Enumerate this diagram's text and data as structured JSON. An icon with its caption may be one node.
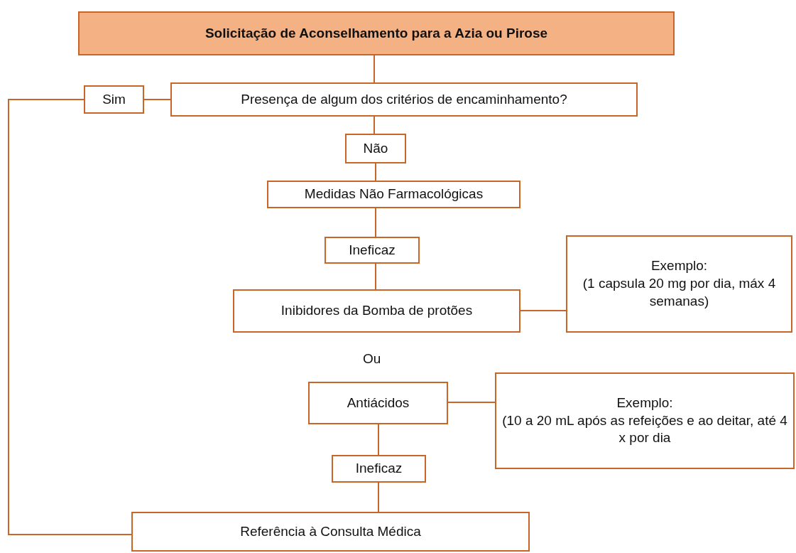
{
  "diagram": {
    "nodes": [
      {
        "text": [
          "Solicitação de Aconselhamento para a Azia ou Pirose"
        ]
      },
      {
        "text": [
          "Presença de algum dos critérios de encaminhamento?"
        ]
      },
      {
        "text": [
          "Sim"
        ]
      },
      {
        "text": [
          "Não"
        ]
      },
      {
        "text": [
          "Medidas Não Farmacológicas"
        ]
      },
      {
        "text": [
          "Ineficaz"
        ]
      },
      {
        "text": [
          "Inibidores da Bomba de protões"
        ]
      },
      {
        "text": [
          "Exemplo:",
          "(1 capsula 20 mg por dia, máx 4 semanas)"
        ]
      },
      {
        "text": [
          "Antiácidos"
        ]
      },
      {
        "text": [
          "Exemplo:",
          "(10 a 20 mL após as refeições e ao deitar, até 4 x por dia"
        ]
      },
      {
        "text": [
          "Ineficaz"
        ]
      },
      {
        "text": [
          "Referência à Consulta Médica"
        ]
      }
    ],
    "edges": [
      {
        "from": 0,
        "to": 1,
        "arrow": "none"
      },
      {
        "from": 1,
        "to": 2,
        "arrow": "none"
      },
      {
        "from": 2,
        "to": 11,
        "arrow": "none"
      },
      {
        "from": 1,
        "to": 3,
        "arrow": "none"
      },
      {
        "from": 3,
        "to": 4,
        "arrow": "none"
      },
      {
        "from": 4,
        "to": 5,
        "arrow": "none"
      },
      {
        "from": 5,
        "to": 6,
        "arrow": "none"
      },
      {
        "from": 6,
        "to": 7,
        "arrow": "none"
      },
      {
        "from": 8,
        "to": 9,
        "arrow": "none"
      },
      {
        "from": 8,
        "to": 10,
        "arrow": "none"
      },
      {
        "from": 10,
        "to": 11,
        "arrow": "none"
      }
    ],
    "labels": [
      "Ou"
    ]
  }
}
